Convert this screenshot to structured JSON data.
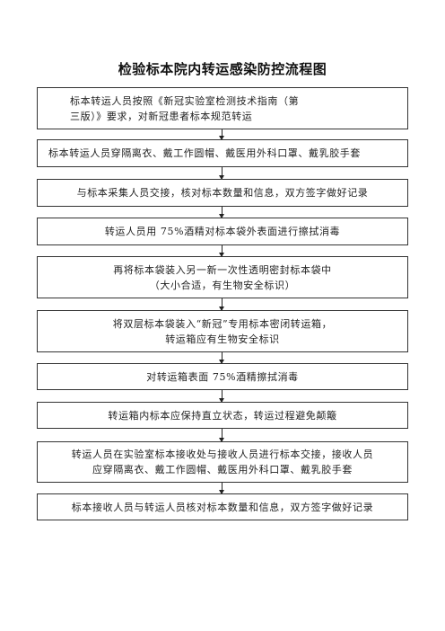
{
  "title": "检验标本院内转运感染防控流程图",
  "steps": [
    {
      "lines": [
        "标本转运人员按照《新冠实验室检测技术指南（第",
        "三版）》要求，对新冠患者标本规范转运"
      ]
    },
    {
      "lines": [
        "标本转运人员穿隔离衣、戴工作圆帽、戴医用外科口罩、戴乳胶手套"
      ]
    },
    {
      "lines": [
        "与标本采集人员交接，核对标本数量和信息，双方签字做好记录"
      ]
    },
    {
      "lines": [
        "转运人员用 75%酒精对标本袋外表面进行擦拭消毒"
      ]
    },
    {
      "lines": [
        "再将标本袋装入另一新一次性透明密封标本袋中",
        "（大小合适，有生物安全标识）"
      ]
    },
    {
      "lines": [
        "将双层标本袋装入“新冠”专用标本密闭转运箱，",
        "转运箱应有生物安全标识"
      ]
    },
    {
      "lines": [
        "对转运箱表面 75%酒精擦拭消毒"
      ]
    },
    {
      "lines": [
        "转运箱内标本应保持直立状态，转运过程避免颠簸"
      ]
    },
    {
      "lines": [
        "转运人员在实验室标本接收处与接收人员进行标本交接，接收人员",
        "应穿隔离衣、戴工作圆帽、戴医用外科口罩、戴乳胶手套"
      ]
    },
    {
      "lines": [
        "标本接收人员与转运人员核对标本数量和信息，双方签字做好记录"
      ]
    }
  ]
}
